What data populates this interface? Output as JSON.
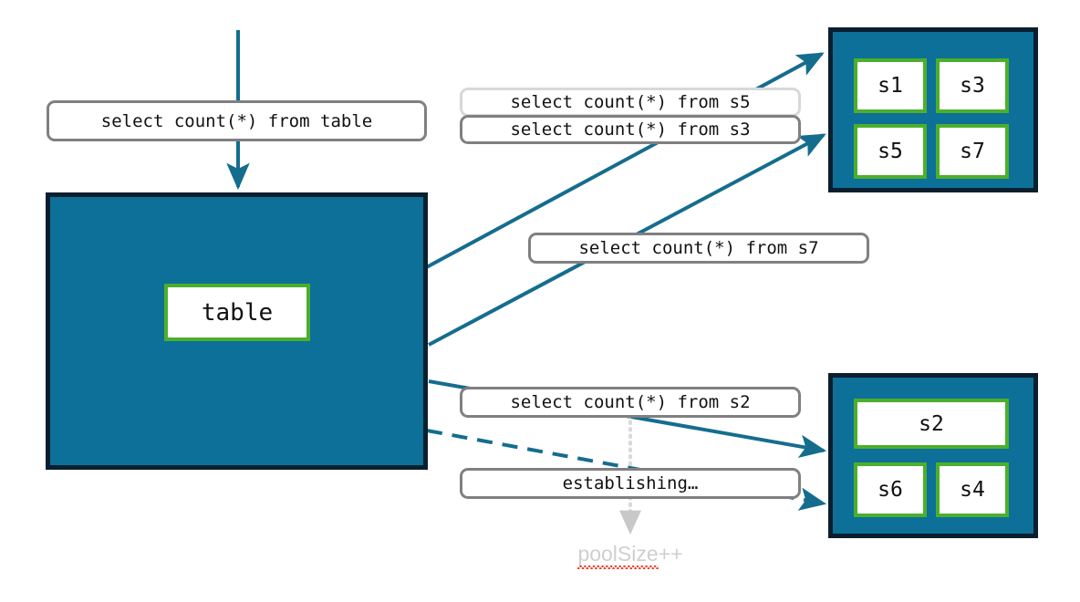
{
  "diagram": {
    "title": "sharded table query fan-out",
    "colors": {
      "panel_fill": "#0C7099",
      "panel_border": "#0A1F2E",
      "box_border_green": "#4CAF2B",
      "box_fill": "#FFFFFF",
      "arrow": "#156D8E",
      "pill_border": "#808080",
      "pill_border_light": "#D8D8D8",
      "dotted_guide": "#D9D9D9",
      "poolsize_text": "#CFCFCF",
      "spellcheck_underline": "#EE3322"
    }
  },
  "source": {
    "query_label": "select count(*) from table",
    "table_box_label": "table"
  },
  "shard_panels": [
    {
      "name": "top-shard-panel",
      "boxes": [
        {
          "label": "s1"
        },
        {
          "label": "s3"
        },
        {
          "label": "s5"
        },
        {
          "label": "s7"
        }
      ]
    },
    {
      "name": "bottom-shard-panel",
      "boxes": [
        {
          "label": "s2"
        },
        {
          "label": "s6"
        },
        {
          "label": "s4"
        }
      ]
    }
  ],
  "edge_labels": [
    {
      "id": "s5",
      "text": "select count(*) from s5",
      "style": "light"
    },
    {
      "id": "s3",
      "text": "select count(*) from s3",
      "style": "normal"
    },
    {
      "id": "s7",
      "text": "select count(*) from s7",
      "style": "normal"
    },
    {
      "id": "s2",
      "text": "select count(*) from s2",
      "style": "normal"
    },
    {
      "id": "establishing",
      "text": "establishing…",
      "style": "normal"
    }
  ],
  "annotation": {
    "poolsize_word": "poolSize",
    "poolsize_suffix": "++"
  }
}
